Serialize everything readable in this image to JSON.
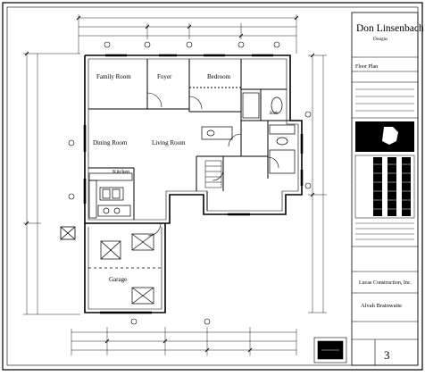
{
  "title_block": {
    "designer": "Don Linsenbach",
    "designer_sub": "Designs",
    "sheet_title": "Floor Plan",
    "builder": "Lucas Construction, Inc.",
    "client": "Alvah Brainwaite",
    "sheet_number": "3"
  },
  "rooms": {
    "family_room": "Family Room",
    "foyer": "Foyer",
    "bedroom": "Bedroom",
    "dining_room": "Dining Room",
    "living_room": "Living Room",
    "kitchen": "Kitchen",
    "garage": "Garage",
    "bath": "Bath"
  },
  "colors": {
    "ink": "#000000",
    "paper": "#ffffff"
  }
}
